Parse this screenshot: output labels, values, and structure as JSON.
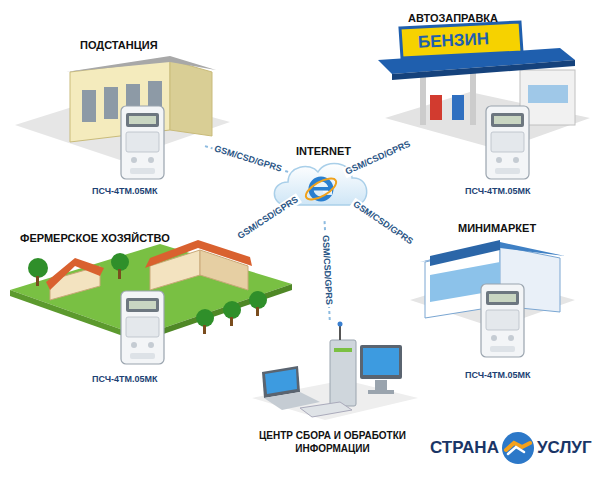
{
  "diagram": {
    "nodes": [
      {
        "text": [
          "ПОДСТАНЦИЯ",
          "ПСЧ-4ТМ.05МК"
        ]
      },
      {
        "text": [
          "АВТОЗАПРАВКА",
          "ПСЧ-4ТМ.05МК"
        ]
      },
      {
        "text": [
          "INTERNET"
        ]
      },
      {
        "text": [
          "ФЕРМЕРСКОЕ ХОЗЯЙСТВО",
          "ПСЧ-4ТМ.05МК"
        ]
      },
      {
        "text": [
          "МИНИМАРКЕТ",
          "ПСЧ-4ТМ.05МК"
        ]
      },
      {
        "text": [
          "ЦЕНТР СБОРА И ОБРАБОТКИ ИНФОРМАЦИИ"
        ]
      }
    ],
    "edges": [
      {
        "from": 0,
        "to": 2,
        "label": "GSM/CSD/GPRS",
        "arrow": "none"
      },
      {
        "from": 1,
        "to": 2,
        "label": "GSM/CSD/GPRS",
        "arrow": "none"
      },
      {
        "from": 3,
        "to": 2,
        "label": "GSM/CSD/GPRS",
        "arrow": "none"
      },
      {
        "from": 4,
        "to": 2,
        "label": "GSM/CSD/GPRS",
        "arrow": "none"
      },
      {
        "from": 5,
        "to": 2,
        "label": "GSM/CSD/GPRS",
        "arrow": "none"
      }
    ],
    "labels": [
      "БЕНЗИН",
      "СТРАНА",
      "УСЛУГ"
    ]
  }
}
